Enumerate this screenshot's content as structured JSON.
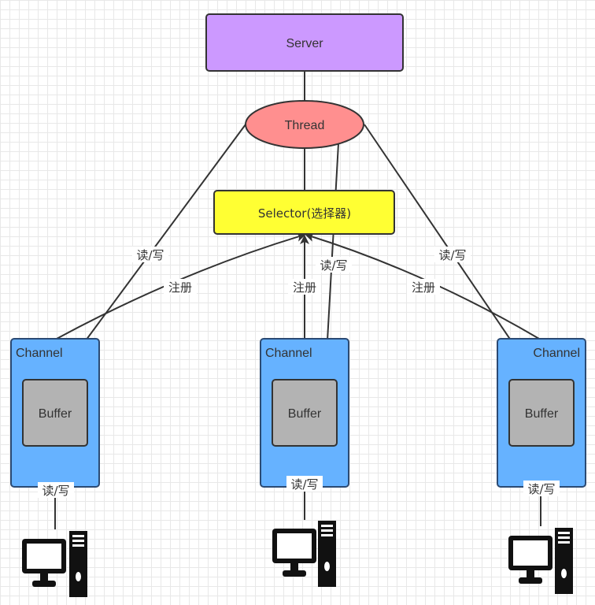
{
  "server": {
    "label": "Server",
    "fill": "#cc99ff"
  },
  "thread": {
    "label": "Thread",
    "fill": "#ff8f8f"
  },
  "selector": {
    "label": "Selector(选择器)",
    "fill": "#ffff33"
  },
  "channel_fill": "#66b2ff",
  "buffer_fill": "#b3b3b3",
  "channels": [
    {
      "channel_label": "Channel",
      "buffer_label": "Buffer",
      "register_label": "注册",
      "thread_rw_label": "读/写",
      "client_rw_label": "读/写",
      "client_icon": "desktop-computer-icon"
    },
    {
      "channel_label": "Channel",
      "buffer_label": "Buffer",
      "register_label": "注册",
      "thread_rw_label": "读/写",
      "client_rw_label": "读/写",
      "client_icon": "desktop-computer-icon"
    },
    {
      "channel_label": "Channel",
      "buffer_label": "Buffer",
      "register_label": "注册",
      "thread_rw_label": "读/写",
      "client_rw_label": "读/写",
      "client_icon": "desktop-computer-icon"
    }
  ]
}
